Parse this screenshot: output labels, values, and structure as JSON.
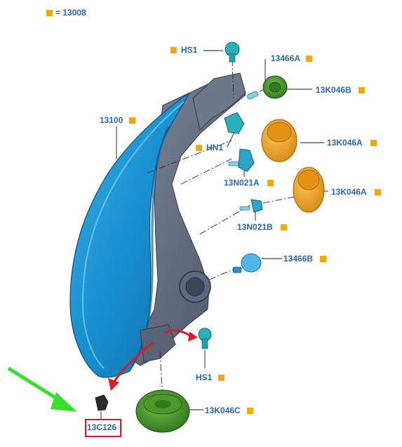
{
  "labels": {
    "header": "= 13008",
    "hs1_top": "HS1",
    "p13466a": "13466A",
    "p13k046b": "13K046B",
    "p13100": "13100",
    "hn1": "HN1",
    "p13k046a_1": "13K046A",
    "p13n021a": "13N021A",
    "p13k046a_2": "13K046A",
    "p13n021b": "13N021B",
    "p13466b": "13466B",
    "hs1_bottom": "HS1",
    "p13k046c": "13K046C",
    "p13c126": "13C126"
  },
  "colors": {
    "label_text": "#2a66b7",
    "marker_square": "#f6a800",
    "highlight_box": "#e0182a",
    "pointer_arrow": "#36e02a",
    "direction_arrow": "#e0182a",
    "lens": "#1a8fd0",
    "housing": "#5a6478",
    "orange_cap": "#e89a1a",
    "green_cap": "#3c8a2a",
    "teal_part": "#2ab0b8"
  },
  "icons": {
    "marker": "orange-square-icon",
    "pointer": "green-arrow-icon",
    "direction": "red-curved-arrow-icon"
  }
}
